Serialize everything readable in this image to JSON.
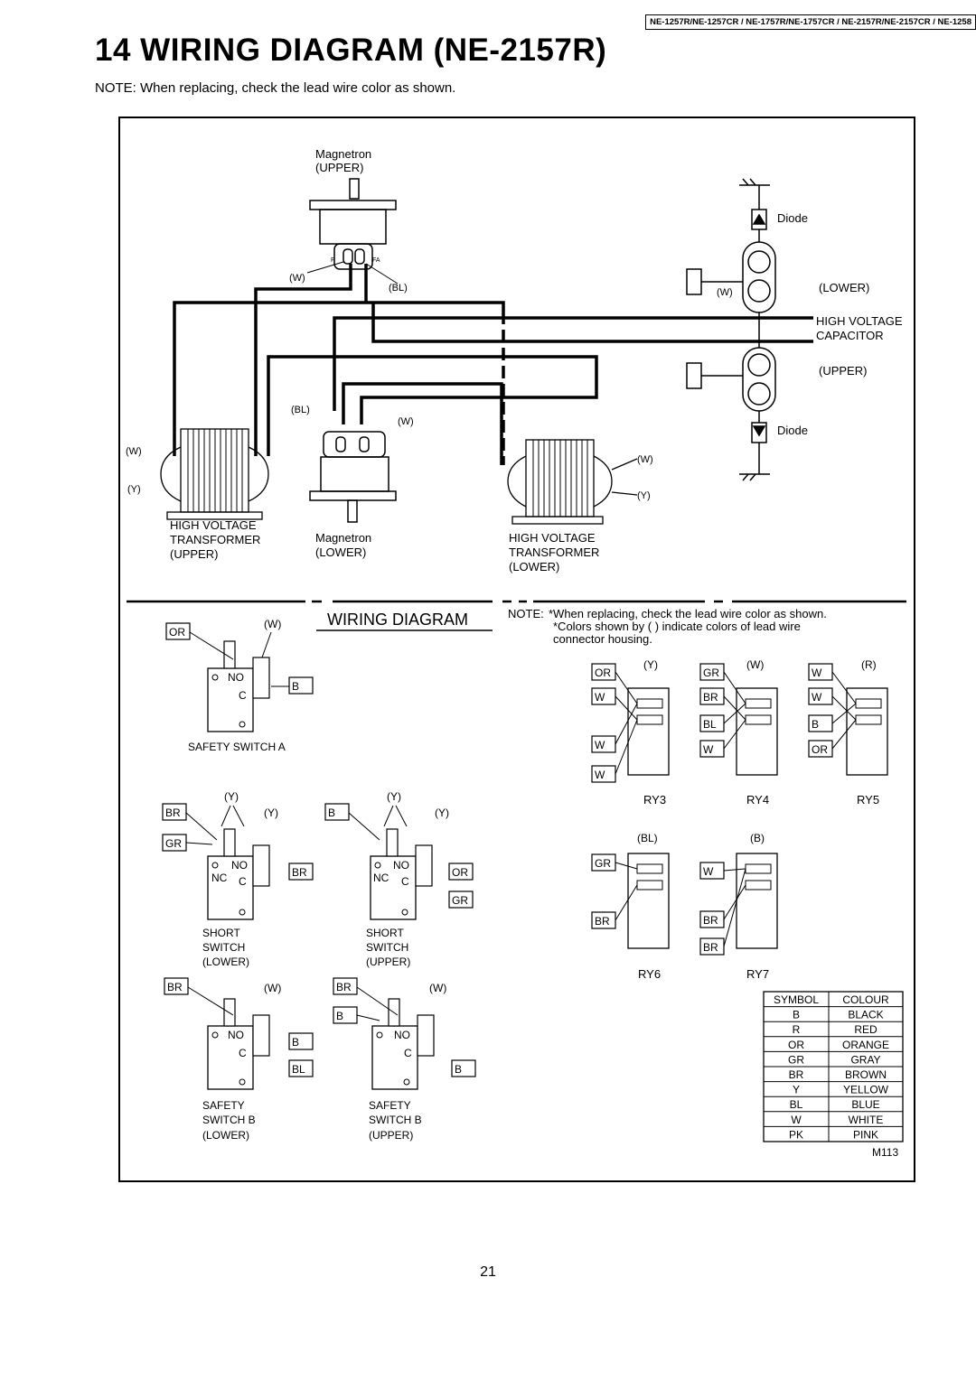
{
  "header": {
    "models": "NE-1257R/NE-1257CR / NE-1757R/NE-1757CR / NE-2157R/NE-2157CR / NE-1258",
    "title": "14 WIRING DIAGRAM (NE-2157R)",
    "note": "NOTE: When replacing, check the lead wire color as shown."
  },
  "top_diagram": {
    "magnetron_upper": [
      "Magnetron",
      "(UPPER)"
    ],
    "magnetron_lower": [
      "Magnetron",
      "(LOWER)"
    ],
    "hvt_upper": [
      "HIGH VOLTAGE",
      "TRANSFORMER",
      "(UPPER)"
    ],
    "hvt_lower": [
      "HIGH VOLTAGE",
      "TRANSFORMER",
      "(LOWER)"
    ],
    "diode": "Diode",
    "lower": "(LOWER)",
    "upper": "(UPPER)",
    "hv_capacitor": [
      "HIGH VOLTAGE",
      "CAPACITOR"
    ],
    "wire_w": "(W)",
    "wire_bl": "(BL)",
    "wire_y": "(Y)",
    "terminal_f": "F",
    "terminal_fa": "FA"
  },
  "lower_diagram": {
    "title": "WIRING DIAGRAM",
    "note_label": "NOTE:",
    "note_lines": [
      "*When replacing, check the lead wire color as shown.",
      "*Colors shown by (   ) indicate colors of lead wire",
      "connector housing."
    ],
    "switch_labels": {
      "no": "NO",
      "c": "C",
      "nc": "NC"
    },
    "safety_switch_a": {
      "label": "SAFETY SWITCH A",
      "left": "OR",
      "housing": "(W)",
      "right": "B"
    },
    "short_lower": {
      "label": [
        "SHORT",
        "SWITCH",
        "(LOWER)"
      ],
      "top": "(Y)",
      "housing": "(Y)",
      "left1": "BR",
      "left2": "GR",
      "right": "BR"
    },
    "short_upper": {
      "label": [
        "SHORT",
        "SWITCH",
        "(UPPER)"
      ],
      "top": "(Y)",
      "housing": "(Y)",
      "left1": "B",
      "right1": "OR",
      "right2": "GR"
    },
    "safety_b_lower": {
      "label": [
        "SAFETY",
        "SWITCH B",
        "(LOWER)"
      ],
      "left": "BR",
      "housing": "(W)",
      "right1": "B",
      "right2": "BL"
    },
    "safety_b_upper": {
      "label": [
        "SAFETY",
        "SWITCH B",
        "(UPPER)"
      ],
      "left1": "BR",
      "left2": "B",
      "housing": "(W)",
      "right": "B"
    },
    "relays": [
      {
        "name": "RY3",
        "housing": "(Y)",
        "wires": [
          "OR",
          "W",
          "W",
          "W"
        ]
      },
      {
        "name": "RY4",
        "housing": "(W)",
        "wires": [
          "GR",
          "BR",
          "BL",
          "W"
        ]
      },
      {
        "name": "RY5",
        "housing": "(R)",
        "wires": [
          "W",
          "W",
          "B",
          "OR"
        ]
      },
      {
        "name": "RY6",
        "housing": "(BL)",
        "wires": [
          "GR",
          "BR"
        ]
      },
      {
        "name": "RY7",
        "housing": "(B)",
        "wires": [
          "W",
          "BR",
          "BR"
        ]
      }
    ],
    "legend": {
      "headers": [
        "SYMBOL",
        "COLOUR"
      ],
      "rows": [
        [
          "B",
          "BLACK"
        ],
        [
          "R",
          "RED"
        ],
        [
          "OR",
          "ORANGE"
        ],
        [
          "GR",
          "GRAY"
        ],
        [
          "BR",
          "BROWN"
        ],
        [
          "Y",
          "YELLOW"
        ],
        [
          "BL",
          "BLUE"
        ],
        [
          "W",
          "WHITE"
        ],
        [
          "PK",
          "PINK"
        ]
      ]
    },
    "code": "M113"
  },
  "page_number": "21"
}
